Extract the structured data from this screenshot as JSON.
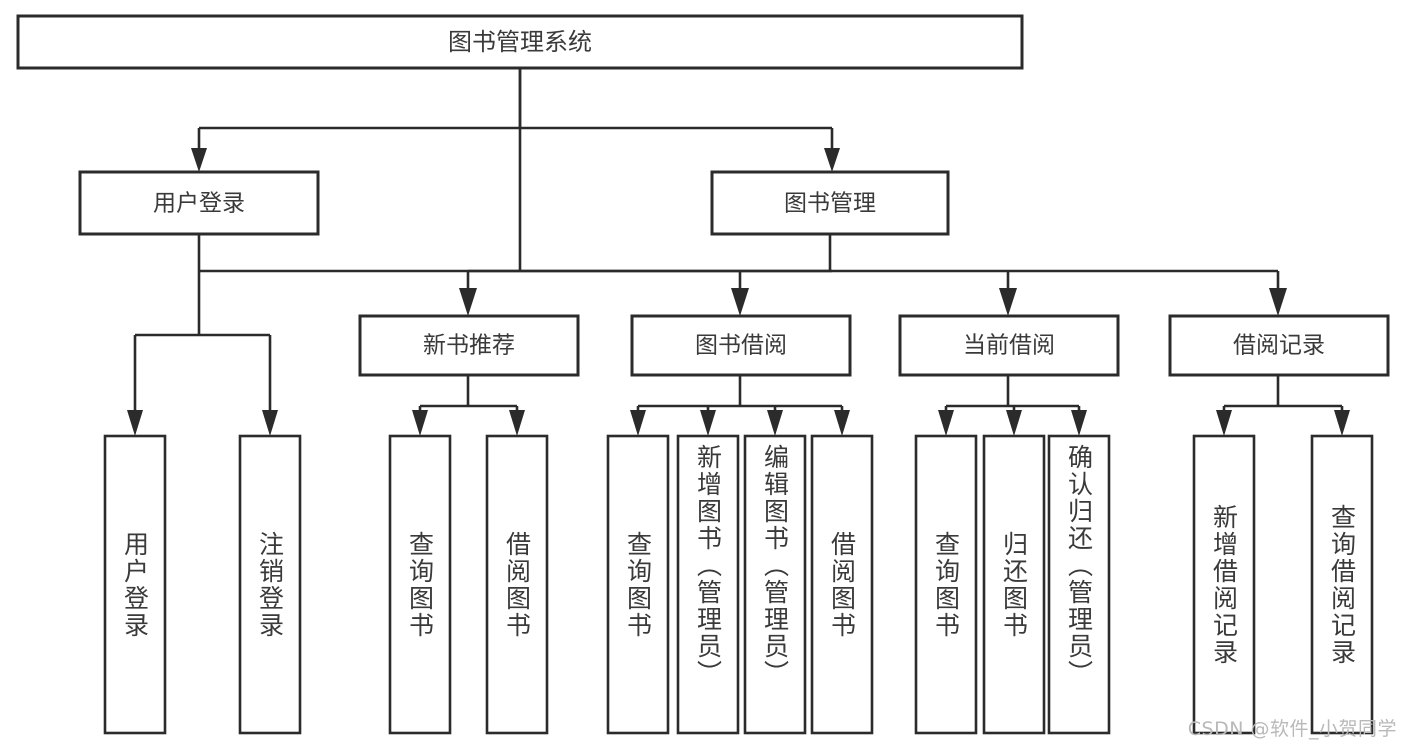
{
  "diagram": {
    "type": "tree-hierarchy",
    "title": "图书管理系统",
    "orientation": "top-down",
    "colors": {
      "box_stroke": "#2b2b2b",
      "box_fill": "#ffffff",
      "text": "#3a3a3a",
      "connector": "#2b2b2b",
      "background": "#ffffff",
      "watermark": "#b9b9b9"
    },
    "root": {
      "label": "图书管理系统"
    },
    "level2": [
      {
        "id": "user-login",
        "label": "用户登录"
      },
      {
        "id": "book-manage",
        "label": "图书管理"
      }
    ],
    "level3": [
      {
        "id": "new-book-recommend",
        "label": "新书推荐"
      },
      {
        "id": "book-borrow",
        "label": "图书借阅"
      },
      {
        "id": "current-borrow",
        "label": "当前借阅"
      },
      {
        "id": "borrow-record",
        "label": "借阅记录"
      }
    ],
    "leaves": {
      "user_login": [
        {
          "id": "leaf-user-login",
          "label": "用户登录"
        },
        {
          "id": "leaf-logout-login",
          "label": "注销登录"
        }
      ],
      "new_book_recommend": [
        {
          "id": "leaf-query-book-1",
          "label": "查询图书"
        },
        {
          "id": "leaf-borrow-book-1",
          "label": "借阅图书"
        }
      ],
      "book_borrow": [
        {
          "id": "leaf-query-book-2",
          "label": "查询图书"
        },
        {
          "id": "leaf-add-book",
          "label": "新增图书（管理员）"
        },
        {
          "id": "leaf-edit-book",
          "label": "编辑图书（管理员）"
        },
        {
          "id": "leaf-borrow-book-2",
          "label": "借阅图书"
        }
      ],
      "current_borrow": [
        {
          "id": "leaf-query-book-3",
          "label": "查询图书"
        },
        {
          "id": "leaf-return-book",
          "label": "归还图书"
        },
        {
          "id": "leaf-confirm-return",
          "label": "确认归还（管理员）"
        }
      ],
      "borrow_record": [
        {
          "id": "leaf-add-record",
          "label": "新增借阅记录"
        },
        {
          "id": "leaf-query-record",
          "label": "查询借阅记录"
        }
      ]
    }
  },
  "watermark": {
    "text": "CSDN @软件_小贺同学"
  }
}
